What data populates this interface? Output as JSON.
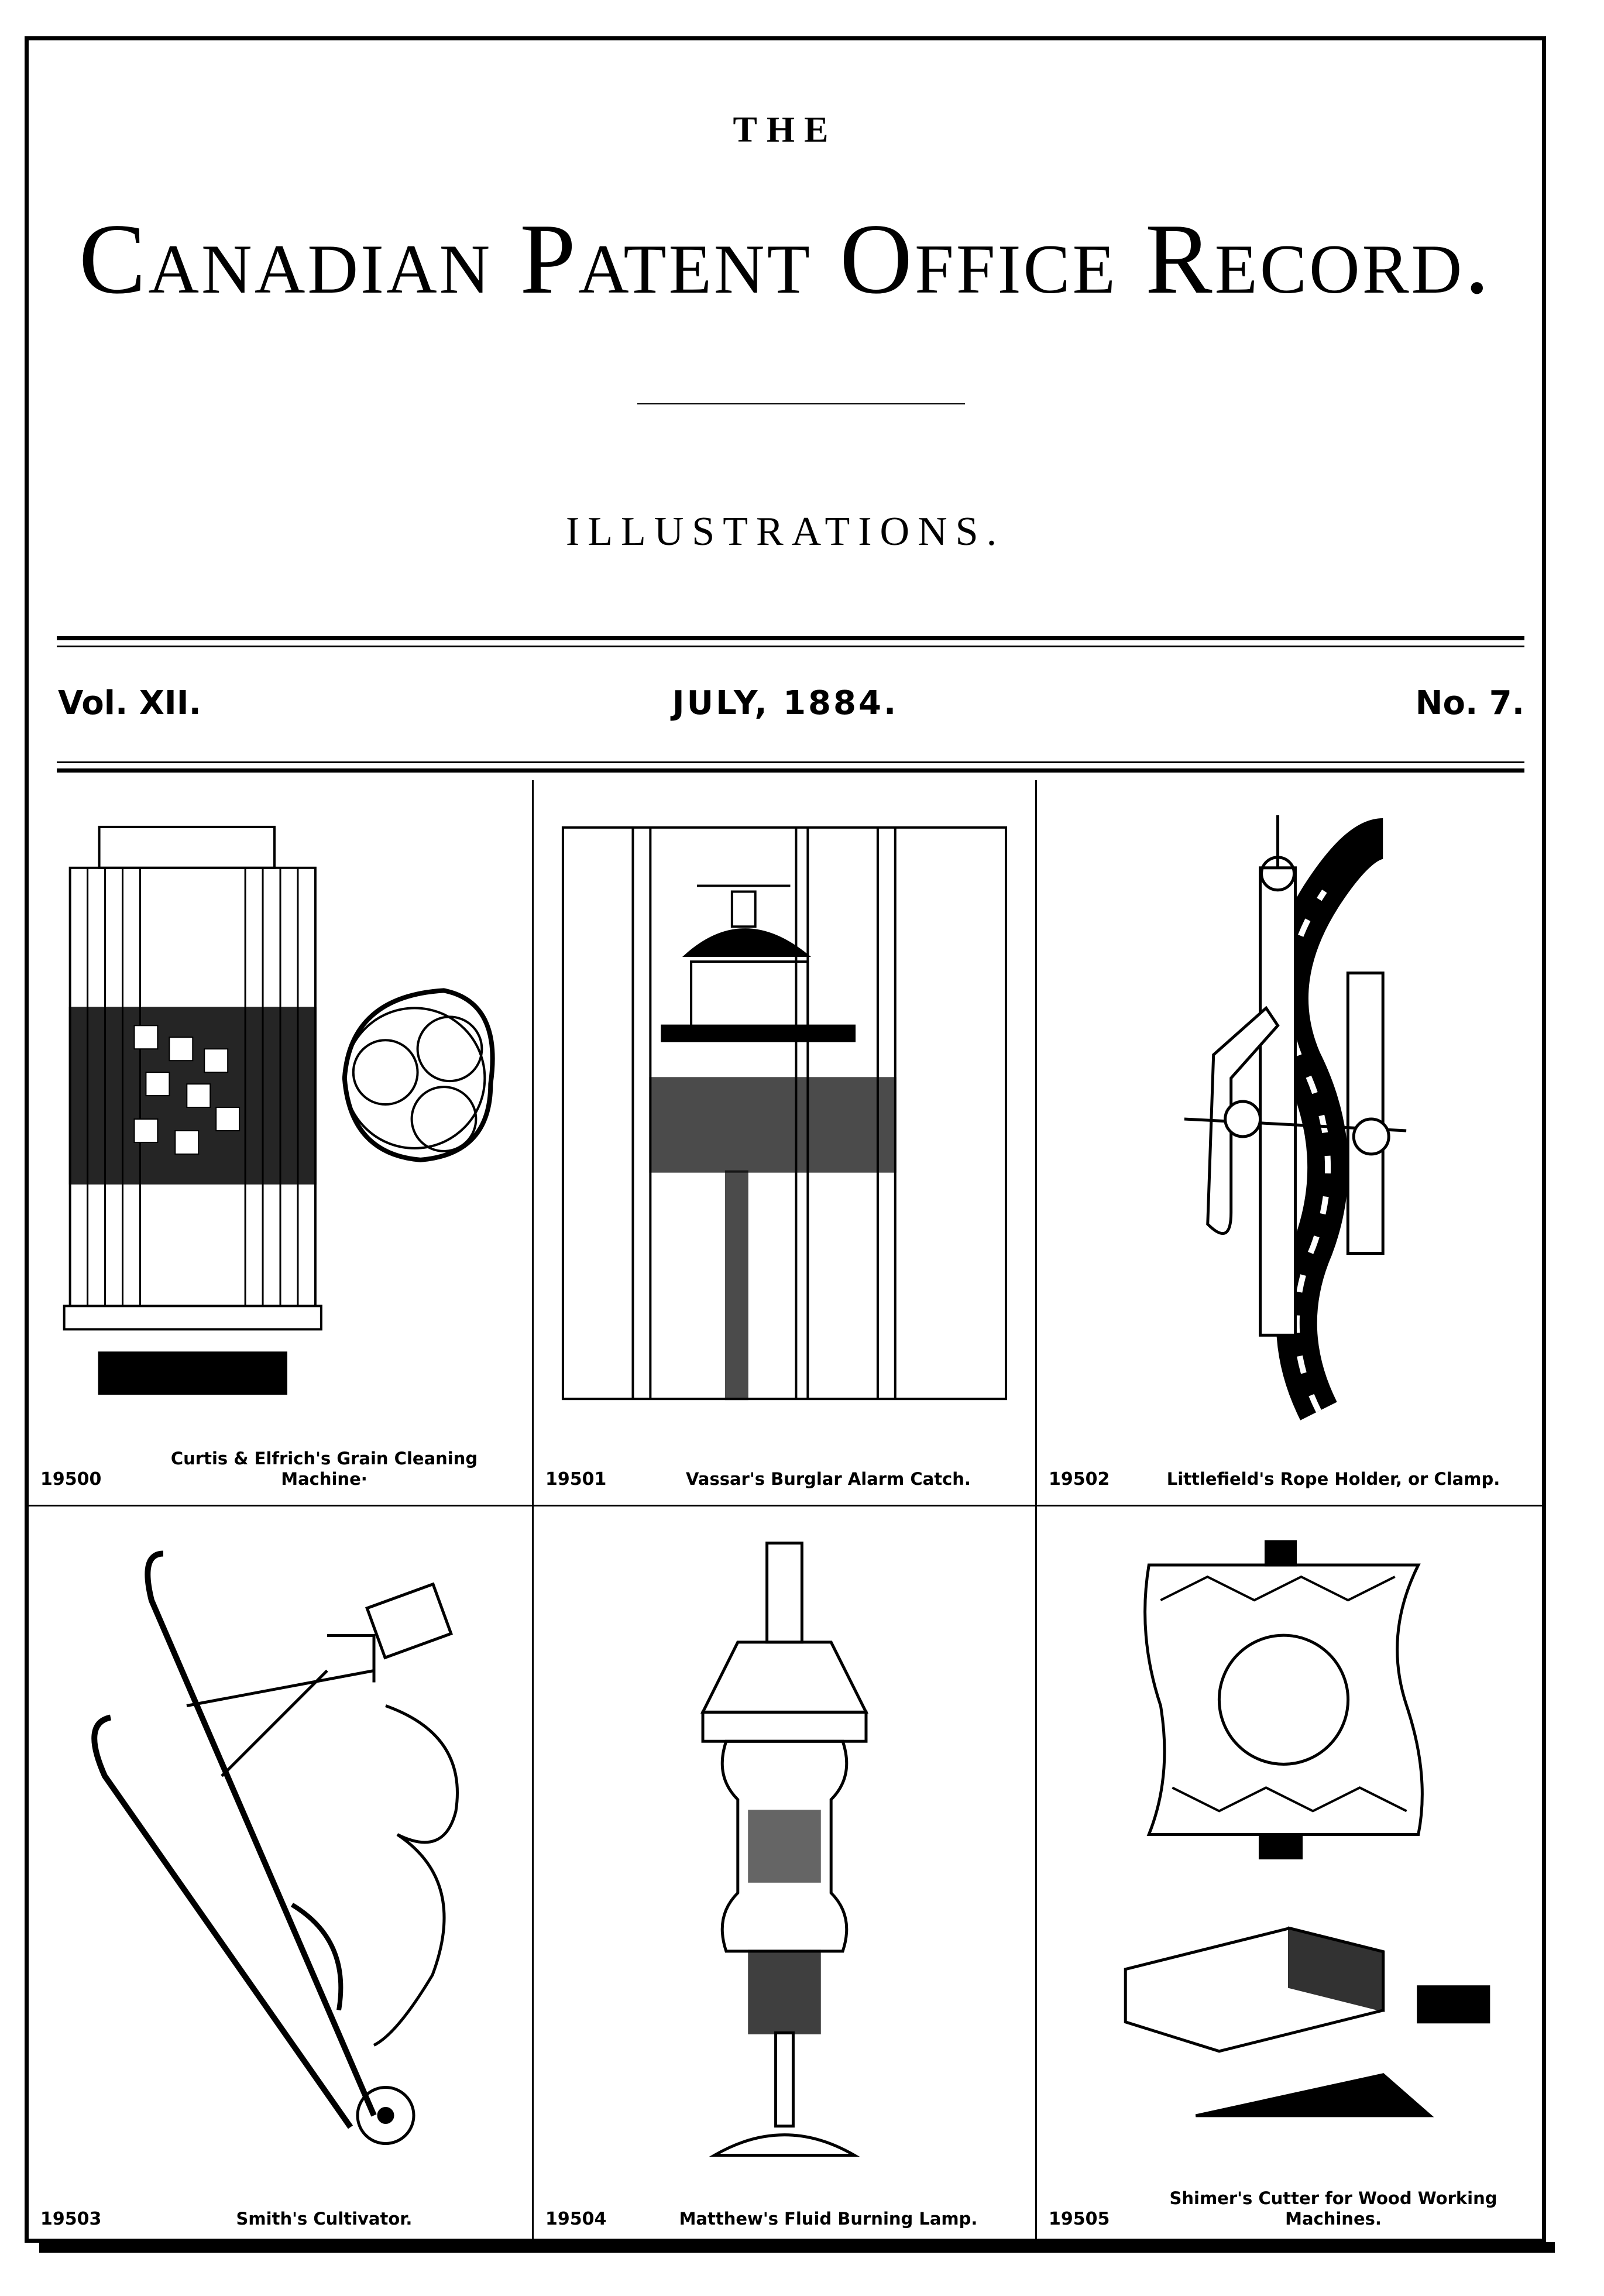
{
  "header": {
    "kicker": "THE",
    "title": "Canadian Patent Office Record.",
    "section": "ILLUSTRATIONS."
  },
  "meta": {
    "volume": "Vol. XII.",
    "date": "JULY, 1884.",
    "number": "No. 7."
  },
  "illustrations": [
    {
      "number": "19500",
      "caption": "Curtis & Elfrich's Grain Cleaning Machine·"
    },
    {
      "number": "19501",
      "caption": "Vassar's Burglar Alarm Catch."
    },
    {
      "number": "19502",
      "caption": "Littlefield's Rope Holder, or Clamp."
    },
    {
      "number": "19503",
      "caption": "Smith's Cultivator."
    },
    {
      "number": "19504",
      "caption": "Matthew's Fluid Burning Lamp."
    },
    {
      "number": "19505",
      "caption": "Shimer's Cutter for Wood Working Machines."
    }
  ]
}
